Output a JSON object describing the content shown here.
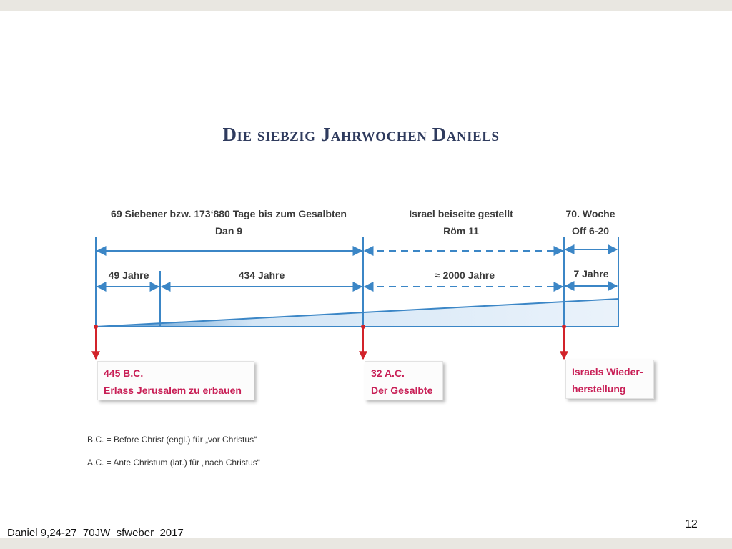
{
  "slide": {
    "title": "Die siebzig Jahrwochen Daniels",
    "footer": "Daniel 9,24-27_70JW_sfweber_2017",
    "page_number": "12"
  },
  "timeline": {
    "sections": [
      {
        "line1": "69 Siebener bzw. 173‘880 Tage bis zum Gesalbten",
        "line2": "Dan 9"
      },
      {
        "line1": "Israel beiseite gestellt",
        "line2": "Röm 11"
      },
      {
        "line1": "70. Woche",
        "line2": "Off 6-20"
      }
    ],
    "spans": [
      {
        "label": "49 Jahre"
      },
      {
        "label": "434 Jahre"
      },
      {
        "label": "≈ 2000 Jahre"
      },
      {
        "label": "7 Jahre"
      }
    ],
    "events": [
      {
        "line1": "445 B.C.",
        "line2": "Erlass Jerusalem zu erbauen"
      },
      {
        "line1": "32 A.C.",
        "line2": "Der Gesalbte"
      },
      {
        "line1": "Israels Wieder-",
        "line2": "herstellung"
      }
    ]
  },
  "notes": [
    "B.C. = Before Christ (engl.) für „vor Christus“",
    "A.C. = Ante Christum (lat.) für „nach Christus“"
  ],
  "colors": {
    "timeline_blue": "#3b86c6",
    "event_red": "#d2232a",
    "event_text": "#c81f56",
    "title": "#2f3b5e"
  }
}
